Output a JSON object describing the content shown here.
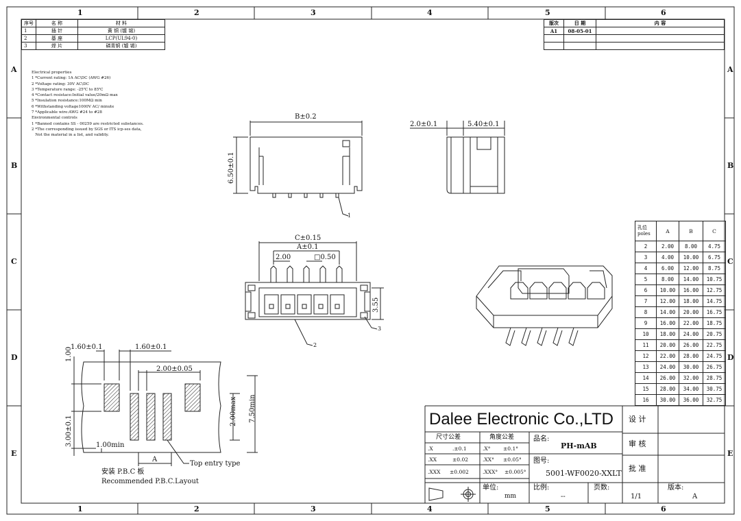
{
  "zones": {
    "columns": [
      "1",
      "2",
      "3",
      "4",
      "5",
      "6"
    ],
    "rows": [
      "A",
      "B",
      "C",
      "D",
      "E"
    ]
  },
  "materials": {
    "header": [
      "序号",
      "名 称",
      "材 料"
    ],
    "rows": [
      [
        "1",
        "插 针",
        "黄 铜 (镀 锡)"
      ],
      [
        "2",
        "基 座",
        "LCP(UL94-0)"
      ],
      [
        "3",
        "焊 片",
        "磷青铜 (镀 锡)"
      ]
    ]
  },
  "revision": {
    "header": [
      "版次",
      "日 期",
      "内     容"
    ],
    "rows": [
      [
        "A1",
        "08-05-01",
        ""
      ]
    ]
  },
  "properties": {
    "electrical_title": "Electrical properties",
    "electrical": [
      "1 *Current rating: 1A AC\\DC (AWG #26)",
      "2 *Voltage rating: 30V AC\\DC",
      "3 *Temperature range: -25℃ to 85℃",
      "4 *Contact resistace:Initial value/20mΩ max",
      "5 *Insulation resistance:100MΩ min",
      "6 *Withstanding voltage1000V AC/ minute",
      "7 *Applicable wire:AWG #24 to #28"
    ],
    "env_title": "Environmental controls",
    "env": [
      "1 *Banned contains SS - 00259 are restricted substances.",
      "2 *The corresponding issued by SGS or ITS icp-ses data,",
      "   Not the material in a list, and validity."
    ]
  },
  "dims": {
    "b": "B±0.2",
    "h650": "6.50±0.1",
    "d20": "2.0±0.1",
    "d540": "5.40±0.1",
    "c": "C±0.15",
    "a": "A±0.1",
    "p200": "2.00",
    "sq050": "□0.50",
    "h355": "3.55",
    "l160a": "1.60±0.1",
    "l160b": "1.60±0.1",
    "v100": "1.00",
    "l200": "2.00±0.05",
    "v200max": "2.00max",
    "v750": "7.50min",
    "v300": "3.00±0.1",
    "l100min": "1.00min",
    "la": "A",
    "callout1": "1",
    "callout2": "2",
    "callout3": "3",
    "top_entry": "Top entry type"
  },
  "layout_caption": {
    "cn": "安装 P.B.C 板",
    "en": "Recommended P.B.C.Layout"
  },
  "poles": {
    "header": [
      "孔位 poles",
      "A",
      "B",
      "C"
    ],
    "rows": [
      [
        "2",
        "2.00",
        "8.00",
        "4.75"
      ],
      [
        "3",
        "4.00",
        "10.00",
        "6.75"
      ],
      [
        "4",
        "6.00",
        "12.00",
        "8.75"
      ],
      [
        "5",
        "8.00",
        "14.00",
        "10.75"
      ],
      [
        "6",
        "10.00",
        "16.00",
        "12.75"
      ],
      [
        "7",
        "12.00",
        "18.00",
        "14.75"
      ],
      [
        "8",
        "14.00",
        "20.00",
        "16.75"
      ],
      [
        "9",
        "16.00",
        "22.00",
        "18.75"
      ],
      [
        "10",
        "18.00",
        "24.00",
        "20.75"
      ],
      [
        "11",
        "20.00",
        "26.00",
        "22.75"
      ],
      [
        "12",
        "22.00",
        "28.00",
        "24.75"
      ],
      [
        "13",
        "24.00",
        "30.00",
        "26.75"
      ],
      [
        "14",
        "26.00",
        "32.00",
        "28.75"
      ],
      [
        "15",
        "28.00",
        "34.00",
        "30.75"
      ],
      [
        "16",
        "30.00",
        "36.00",
        "32.75"
      ]
    ]
  },
  "title_block": {
    "company": "Dalee Electronic Co.,LTD",
    "design": "设 计",
    "review": "审 核",
    "approve": "批 准",
    "dim_tol": "尺寸公差",
    "ang_tol": "角度公差",
    "tol_rows": [
      [
        ".X",
        ".±0.1",
        ".X°",
        "±0.1°"
      ],
      [
        ".XX",
        "±0.02",
        ".XX°",
        "±0.05°"
      ],
      [
        ".XXX",
        "±0.002",
        ".XXX°",
        "±0.005°"
      ]
    ],
    "name_label": "品名:",
    "name_value": "PH-mAB",
    "drawing_label": "图号:",
    "drawing_value": "5001-WF0020-XXLT",
    "unit_label": "单位:",
    "unit_value": "mm",
    "scale_label": "比例:",
    "scale_value": "--",
    "pages_label": "页数:",
    "pages_value": "1/1",
    "version_label": "版本:",
    "version_value": "A"
  }
}
